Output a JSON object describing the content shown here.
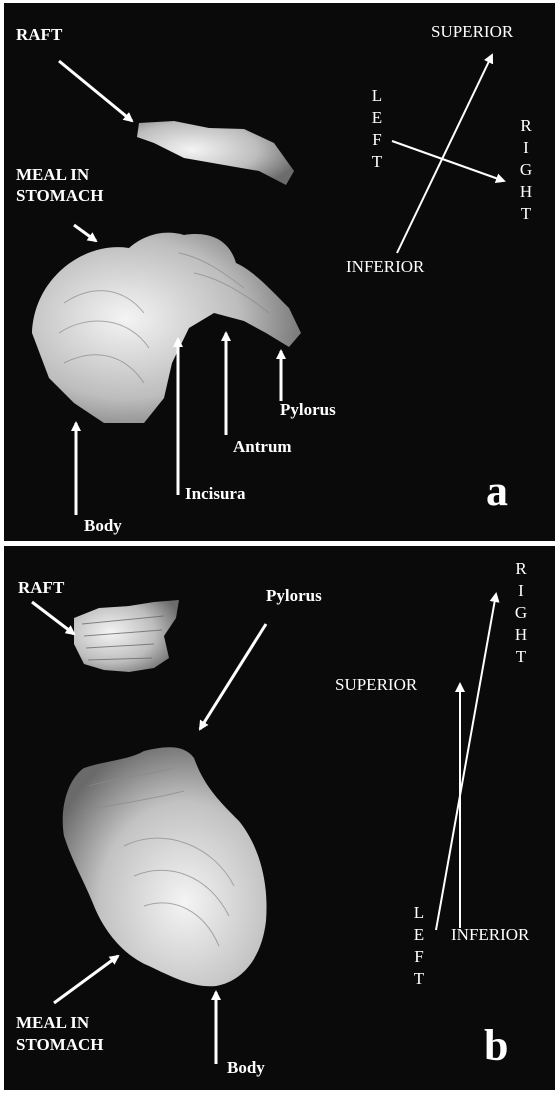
{
  "panels": [
    {
      "id": "a",
      "panel_letter": "a",
      "labels": {
        "raft": "RAFT",
        "meal_line1": "MEAL IN",
        "meal_line2": "STOMACH",
        "incisura": "Incisura",
        "antrum": "Antrum",
        "pylorus": "Pylorus",
        "body": "Body"
      },
      "orientation": {
        "superior": "SUPERIOR",
        "inferior": "INFERIOR",
        "left": "LEFT",
        "right": "RIGHT"
      }
    },
    {
      "id": "b",
      "panel_letter": "b",
      "labels": {
        "raft": "RAFT",
        "pylorus": "Pylorus",
        "meal_line1": "MEAL IN",
        "meal_line2": "STOMACH",
        "body": "Body"
      },
      "orientation": {
        "superior": "SUPERIOR",
        "inferior": "INFERIOR",
        "left": "LEFT",
        "right": "RIGHT"
      }
    }
  ],
  "colors": {
    "background": "#0a0a0a",
    "foreground": "#ffffff",
    "tissue": "#d9d9d9"
  }
}
